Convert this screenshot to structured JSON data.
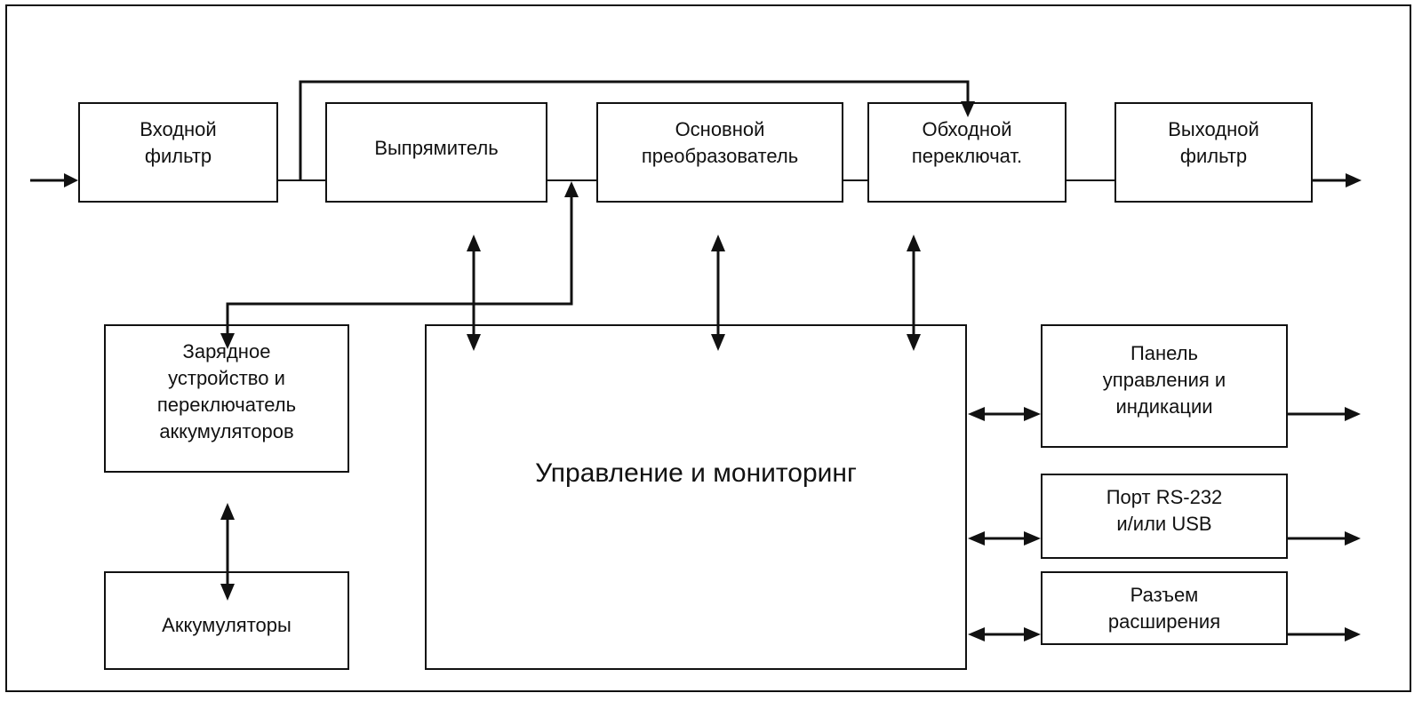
{
  "diagram": {
    "title": "",
    "blocks": {
      "input_filter": "Входной\nфильтр",
      "rectifier": "Выпрямитель",
      "main_converter": "Основной\nпреобразователь",
      "bypass_switch": "Обходной\nпереключат.",
      "output_filter": "Выходной\nфильтр",
      "charger": "Зарядное\nустройство и\nпереключатель\nаккумуляторов",
      "batteries": "Аккумуляторы",
      "control": "Управление и мониторинг",
      "control_panel": "Панель\nуправления и\nиндикации",
      "serial_port": "Порт RS-232\nи/или USB",
      "expansion_slot": "Разъем\nрасширения"
    },
    "colors": {
      "line": "#111111",
      "background": "#ffffff"
    }
  }
}
